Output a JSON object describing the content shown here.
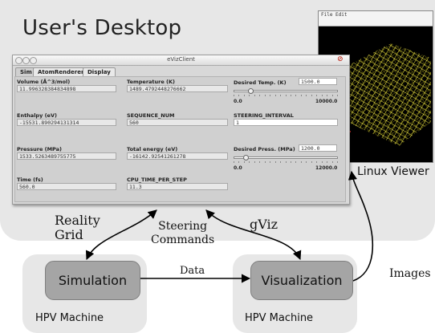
{
  "desktop": {
    "title": "User's Desktop"
  },
  "viewer": {
    "menu": "File  Edit",
    "label": "Linux Viewer"
  },
  "client": {
    "title": "eVizClient",
    "tabs": [
      "Sim",
      "AtomRenderer",
      "Display"
    ],
    "fields": {
      "volume": {
        "label": "Volume (Å^3/mol)",
        "value": "11.996328384834898"
      },
      "temperature": {
        "label": "Temperature (K)",
        "value": "1489.4792448276662"
      },
      "enthalpy": {
        "label": "Enthalpy (eV)",
        "value": "-15531.890294131314"
      },
      "sequence_num": {
        "label": "SEQUENCE_NUM",
        "value": "560"
      },
      "steering_interval": {
        "label": "STEERING_INTERVAL",
        "value": "1"
      },
      "pressure": {
        "label": "Pressure (MPa)",
        "value": "1533.5263489755775"
      },
      "total_energy": {
        "label": "Total energy (eV)",
        "value": "-16142.92541261278"
      },
      "time": {
        "label": "Time (fs)",
        "value": "560.0"
      },
      "cpu_time": {
        "label": "CPU_TIME_PER_STEP",
        "value": "11.3"
      }
    },
    "desired_temp": {
      "label": "Desired Temp. (K)",
      "value": "1500.0",
      "min": "0.0",
      "max": "10000.0",
      "level": 0.15
    },
    "desired_press": {
      "label": "Desired Press. (MPa)",
      "value": "1200.0",
      "min": "0.0",
      "max": "12000.0",
      "level": 0.1
    }
  },
  "diagram": {
    "reality_grid": [
      "Reality",
      "Grid"
    ],
    "steering": [
      "Steering",
      "Commands"
    ],
    "gviz": "gViz",
    "data": "Data",
    "images": "Images",
    "simulation": "Simulation",
    "visualization": "Visualization",
    "machine_left": "HPV Machine",
    "machine_right": "HPV Machine"
  }
}
